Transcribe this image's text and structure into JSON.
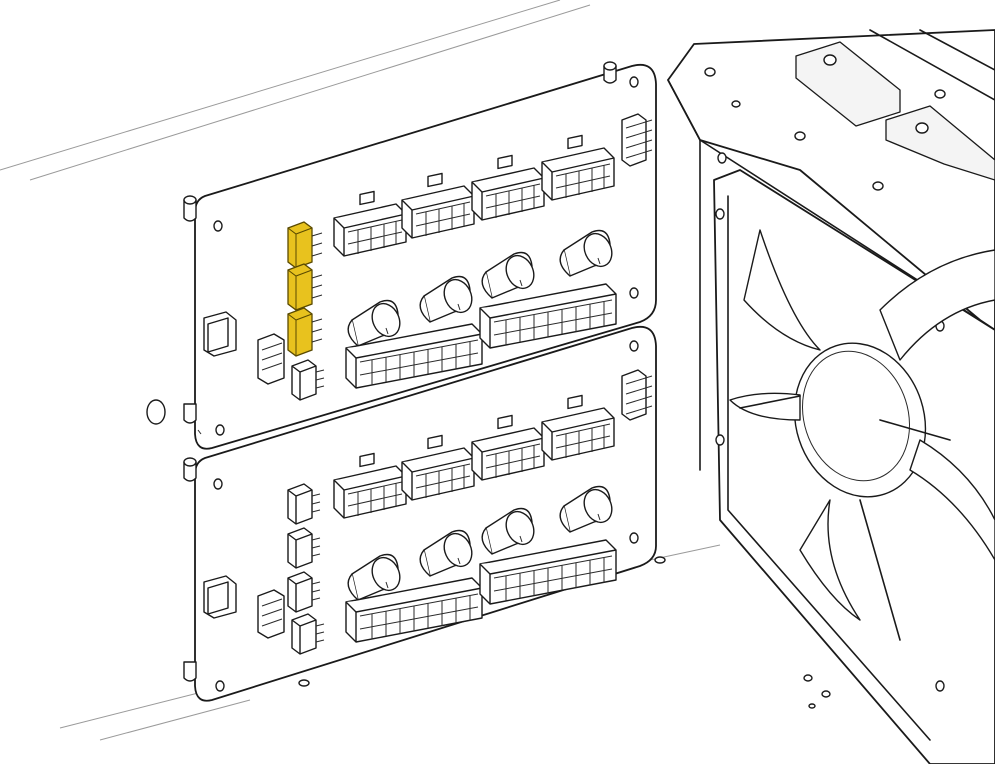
{
  "colors": {
    "highlight": "#E8C21E",
    "highlight_edge": "#8a7000",
    "line": "#1a1a1a",
    "background": "#ffffff"
  },
  "boards": [
    {
      "name": "upper-board",
      "highlighted_connectors": 3
    },
    {
      "name": "lower-board",
      "highlighted_connectors": 0
    }
  ]
}
